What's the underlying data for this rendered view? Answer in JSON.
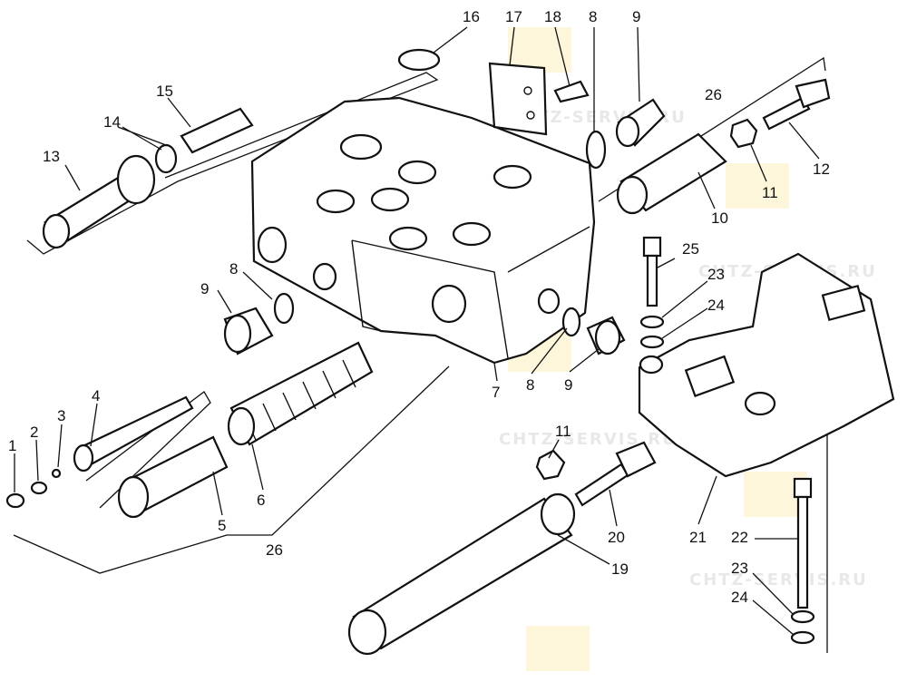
{
  "watermark": {
    "text": "CHTZ-SERVIS.RU",
    "color": "#f5d96b"
  },
  "callouts": [
    {
      "id": "c1",
      "text": "1"
    },
    {
      "id": "c2",
      "text": "2"
    },
    {
      "id": "c3",
      "text": "3"
    },
    {
      "id": "c4",
      "text": "4"
    },
    {
      "id": "c5",
      "text": "5"
    },
    {
      "id": "c6",
      "text": "6"
    },
    {
      "id": "c7",
      "text": "7"
    },
    {
      "id": "c8a",
      "text": "8"
    },
    {
      "id": "c8b",
      "text": "8"
    },
    {
      "id": "c8c",
      "text": "8"
    },
    {
      "id": "c9a",
      "text": "9"
    },
    {
      "id": "c9b",
      "text": "9"
    },
    {
      "id": "c9c",
      "text": "9"
    },
    {
      "id": "c10",
      "text": "10"
    },
    {
      "id": "c11a",
      "text": "11"
    },
    {
      "id": "c11b",
      "text": "11"
    },
    {
      "id": "c12",
      "text": "12"
    },
    {
      "id": "c13",
      "text": "13"
    },
    {
      "id": "c14",
      "text": "14"
    },
    {
      "id": "c15",
      "text": "15"
    },
    {
      "id": "c16",
      "text": "16"
    },
    {
      "id": "c17",
      "text": "17"
    },
    {
      "id": "c18",
      "text": "18"
    },
    {
      "id": "c19",
      "text": "19"
    },
    {
      "id": "c20",
      "text": "20"
    },
    {
      "id": "c21",
      "text": "21"
    },
    {
      "id": "c22",
      "text": "22"
    },
    {
      "id": "c23a",
      "text": "23"
    },
    {
      "id": "c23b",
      "text": "23"
    },
    {
      "id": "c24a",
      "text": "24"
    },
    {
      "id": "c24b",
      "text": "24"
    },
    {
      "id": "c25",
      "text": "25"
    },
    {
      "id": "c26a",
      "text": "26"
    },
    {
      "id": "c26b",
      "text": "26"
    }
  ]
}
